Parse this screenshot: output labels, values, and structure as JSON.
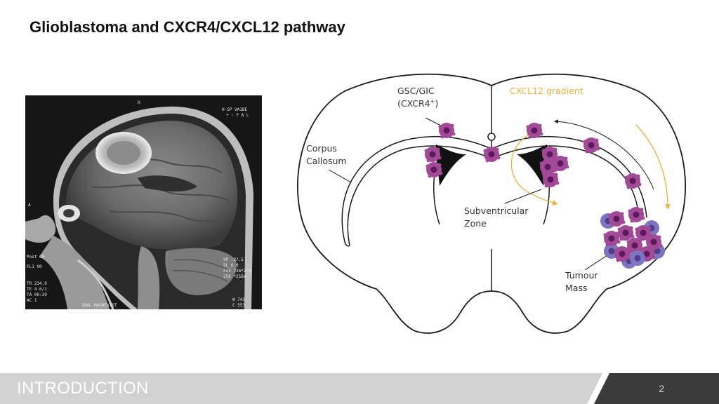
{
  "slide": {
    "title": "Glioblastoma and CXCR4/CXCL12 pathway",
    "section": "INTRODUCTION",
    "page_number": "2"
  },
  "mri": {
    "top_marker": "H",
    "top_right_1": "H-SP  VA1BE",
    "top_right_2": "+ : F A L",
    "left_marker": "A",
    "left_block": [
      "Post CM",
      "FL1       90",
      "TR   234.0",
      "TE   4.6/1",
      "TA   00:39",
      "AC        1"
    ],
    "bottom_left": "2DNL MAGNEVIST",
    "right_block": [
      "SP   -27.5",
      "SL      6.0",
      "FoV 236*270",
      "256 *256m"
    ],
    "bottom_right": [
      "W      742",
      "C      553"
    ]
  },
  "diagram": {
    "labels": {
      "gsc_line1": "GSC/GIC",
      "gsc_line2": "(CXCR4",
      "gsc_sup": "+",
      "gsc_close": ")",
      "cxcl12": "CXCL12 gradient",
      "corpus_line1": "Corpus",
      "corpus_line2": "Callosum",
      "svz_line1": "Subventricular",
      "svz_line2": "Zone",
      "tumour_line1": "Tumour",
      "tumour_line2": "Mass"
    },
    "colors": {
      "outline": "#1a1a1a",
      "gradient": "#e8b43a",
      "cell": "#a24a98",
      "cell_nucleus": "#5d1a5a",
      "tumour_blue": "#7d74c2"
    }
  },
  "footer": {
    "colors": {
      "left_band": "#d2d2d2",
      "right_band": "#3b3b3b"
    }
  }
}
